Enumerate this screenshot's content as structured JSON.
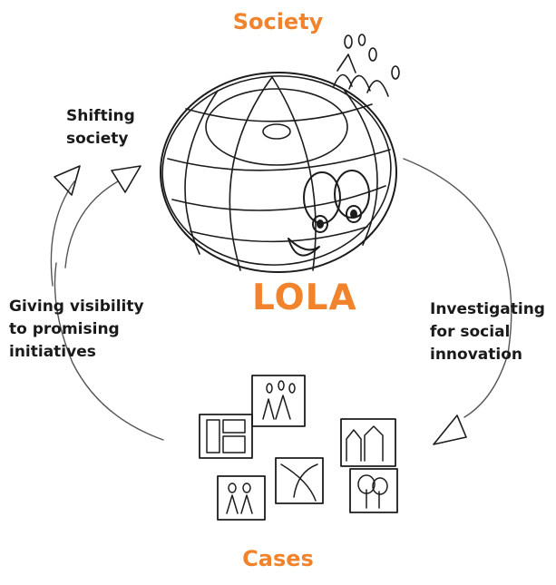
{
  "diagram": {
    "center_label": "LOLA",
    "top_label": "Society",
    "bottom_label": "Cases",
    "steps": {
      "shifting": {
        "lines": [
          "Shifting",
          "society"
        ]
      },
      "visibility": {
        "lines": [
          "Giving visibility",
          "to promising",
          "initiatives"
        ]
      },
      "investigating": {
        "lines": [
          "Investigating",
          "for social",
          "innovation"
        ]
      }
    }
  },
  "colors": {
    "accent": "#f0832b",
    "text": "#1a1a1a",
    "ink": "#1c1c1c"
  }
}
